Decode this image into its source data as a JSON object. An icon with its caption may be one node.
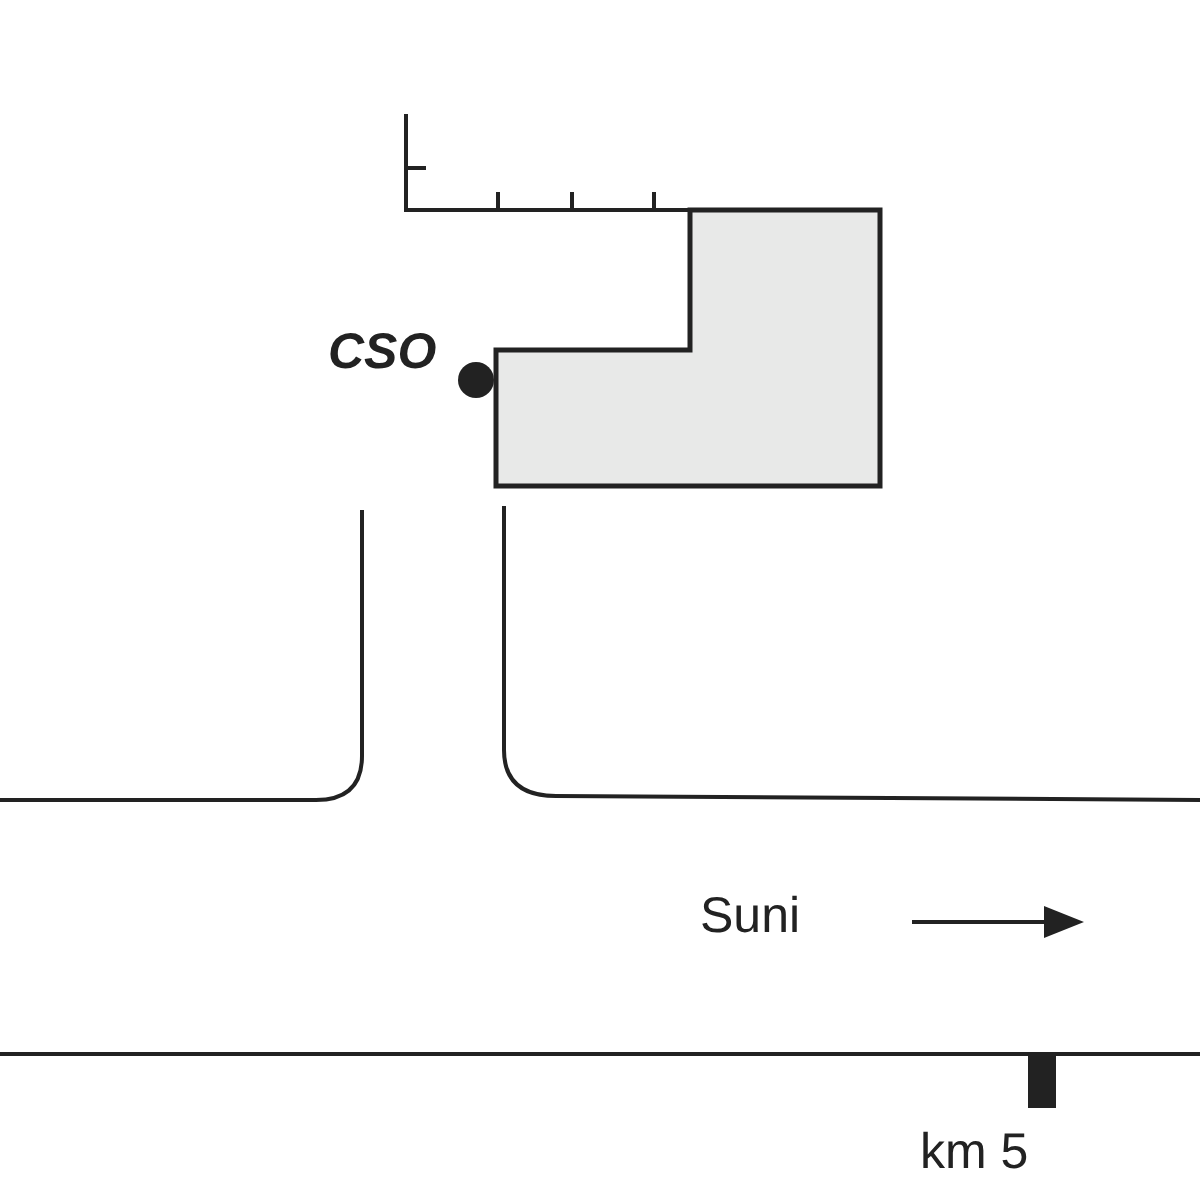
{
  "diagram": {
    "labels": [
      "CSO",
      "Suni",
      "km 5"
    ]
  }
}
